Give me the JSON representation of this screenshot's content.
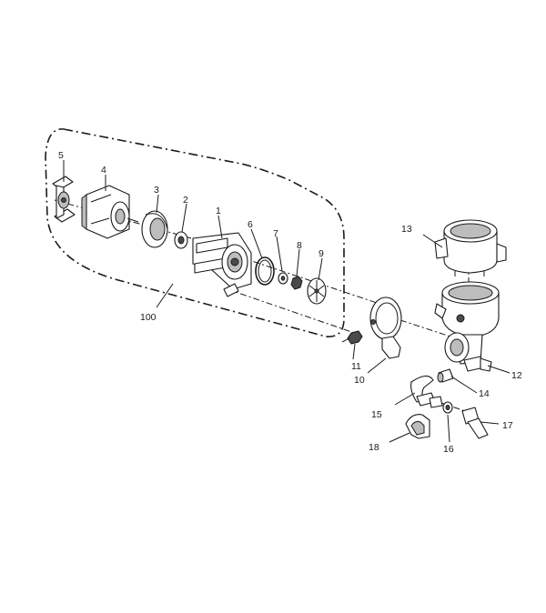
{
  "diagram": {
    "callouts": {
      "c1": "1",
      "c2": "2",
      "c3": "3",
      "c4": "4",
      "c5": "5",
      "c6": "6",
      "c7": "7",
      "c8": "8",
      "c9": "9",
      "c10": "10",
      "c11": "11",
      "c12": "12",
      "c13": "13",
      "c14": "14",
      "c15": "15",
      "c16": "16",
      "c17": "17",
      "c18": "18",
      "c100": "100"
    }
  }
}
